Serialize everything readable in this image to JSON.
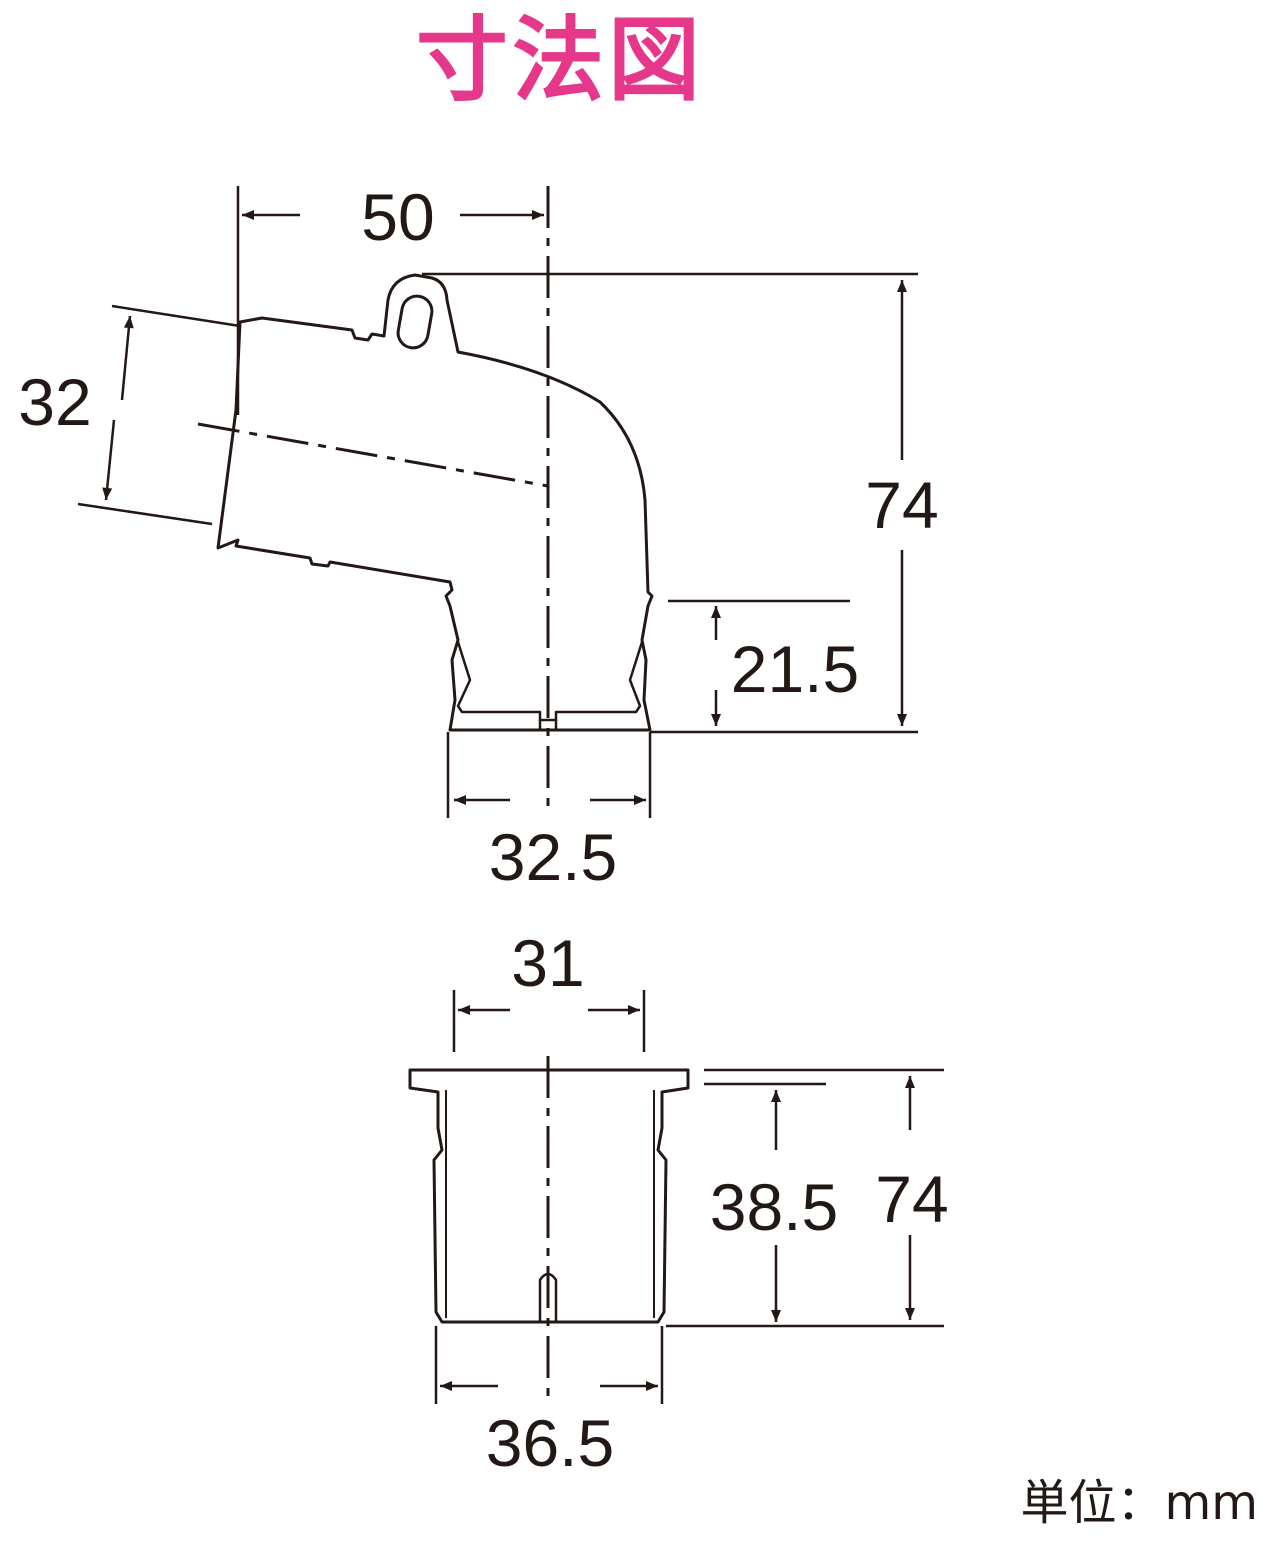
{
  "title": "寸法図",
  "title_color": "#e6388a",
  "line_color": "#231815",
  "unit_label": "単位：mm",
  "top_view": {
    "width_top": "50",
    "pipe_diameter": "32",
    "height": "74",
    "socket_depth": "21.5",
    "bottom_width": "32.5"
  },
  "bottom_view": {
    "inner_width": "31",
    "socket_depth": "38.5",
    "height": "74",
    "bottom_width": "36.5"
  }
}
